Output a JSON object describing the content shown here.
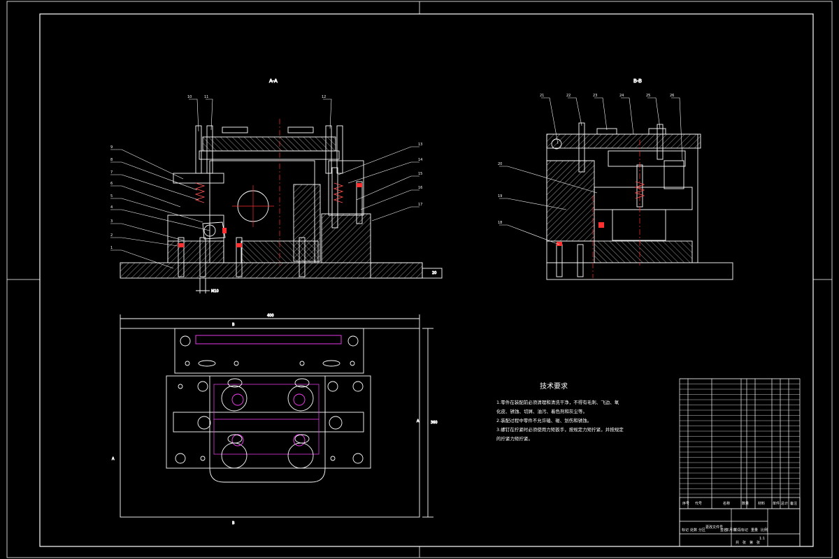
{
  "drawing": {
    "section_aa_title": "A-A",
    "section_bb_title": "B-B",
    "section_marks": {
      "b_top": "B",
      "b_bottom": "B",
      "a_left": "A",
      "a_right": "A"
    },
    "dimensions": {
      "overall_width": "400",
      "height_right": "360",
      "base_height": "20",
      "bottom_thread": "M10"
    },
    "balloons_aa": [
      "1",
      "2",
      "3",
      "4",
      "5",
      "6",
      "7",
      "8",
      "9",
      "10",
      "11",
      "12",
      "13",
      "14",
      "15",
      "16",
      "17"
    ],
    "balloons_bb": [
      "21",
      "22",
      "23",
      "24",
      "25",
      "26",
      "19",
      "18",
      "20"
    ]
  },
  "notes": {
    "title": "技术要求",
    "lines": [
      "1.零件在装配前必须清理和清洗干净，不得有毛刺、飞边、氧",
      "化皮、锈蚀、切屑、油污、着色剂和灰尘等。",
      "2.装配过程中零件不允许磕、碰、划伤和锈蚀。",
      "3.螺钉在拧紧时必须使用力矩扳手，按规定力矩拧紧，并按规定",
      "的拧紧力矩拧紧。"
    ]
  },
  "title_block": {
    "header_cols": [
      "序号",
      "代号",
      "名称",
      "数量",
      "材料",
      "单件",
      "总计",
      "备注"
    ],
    "sign_row": [
      "标记",
      "处数",
      "分区",
      "更改文件号",
      "签名",
      "年月日"
    ],
    "stage_row": [
      "阶段标记",
      "重量",
      "比例"
    ],
    "scale": "1:1",
    "sheet": [
      "共",
      "张",
      "第",
      "张"
    ]
  },
  "colors": {
    "line": "#ffffff",
    "hatch": "#ffffff",
    "center": "#ff3030",
    "magenta": "#ff30ff",
    "background": "#000000"
  }
}
